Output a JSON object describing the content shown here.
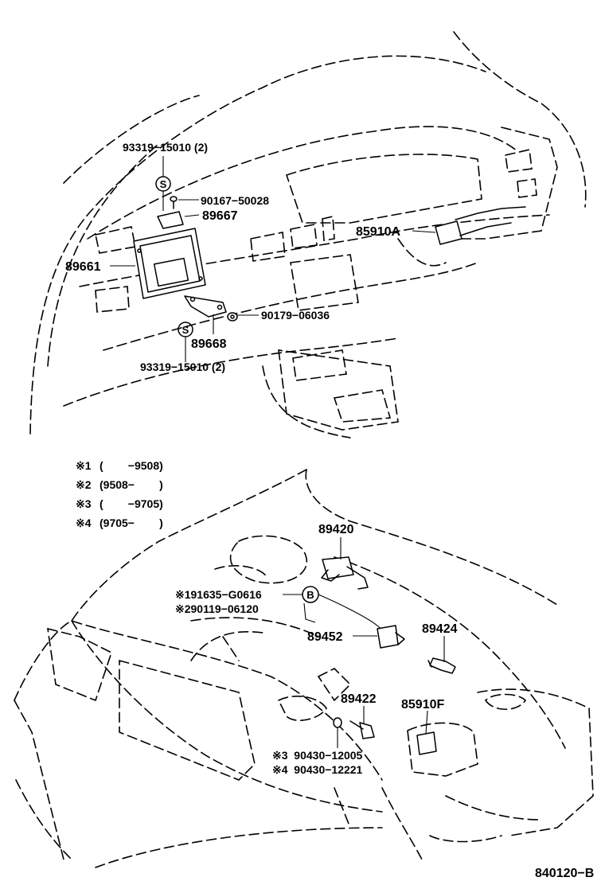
{
  "diagram": {
    "parts": {
      "p93319_top": "93319−15010 (2)",
      "p90167": "90167−50028",
      "p89667": "89667",
      "p89661": "89661",
      "p85910A": "85910A",
      "p90179": "90179−06036",
      "p89668": "89668",
      "p93319_bottom": "93319−15010 (2)",
      "p89420": "89420",
      "p191635": "※191635−G0616",
      "p290119": "※290119−06120",
      "p89452": "89452",
      "p89424": "89424",
      "p89422": "89422",
      "p85910F": "85910F",
      "p90430_12005": "※3  90430−12005",
      "p90430_12221": "※4  90430−12221"
    },
    "markers": {
      "s_top": "S",
      "s_bottom": "S",
      "b": "B"
    },
    "legend": [
      {
        "mark": "※1",
        "range": "(        −9508)"
      },
      {
        "mark": "※2",
        "range": "(9508−        )"
      },
      {
        "mark": "※3",
        "range": "(        −9705)"
      },
      {
        "mark": "※4",
        "range": "(9705−        )"
      }
    ],
    "figure_code": "840120−B"
  }
}
